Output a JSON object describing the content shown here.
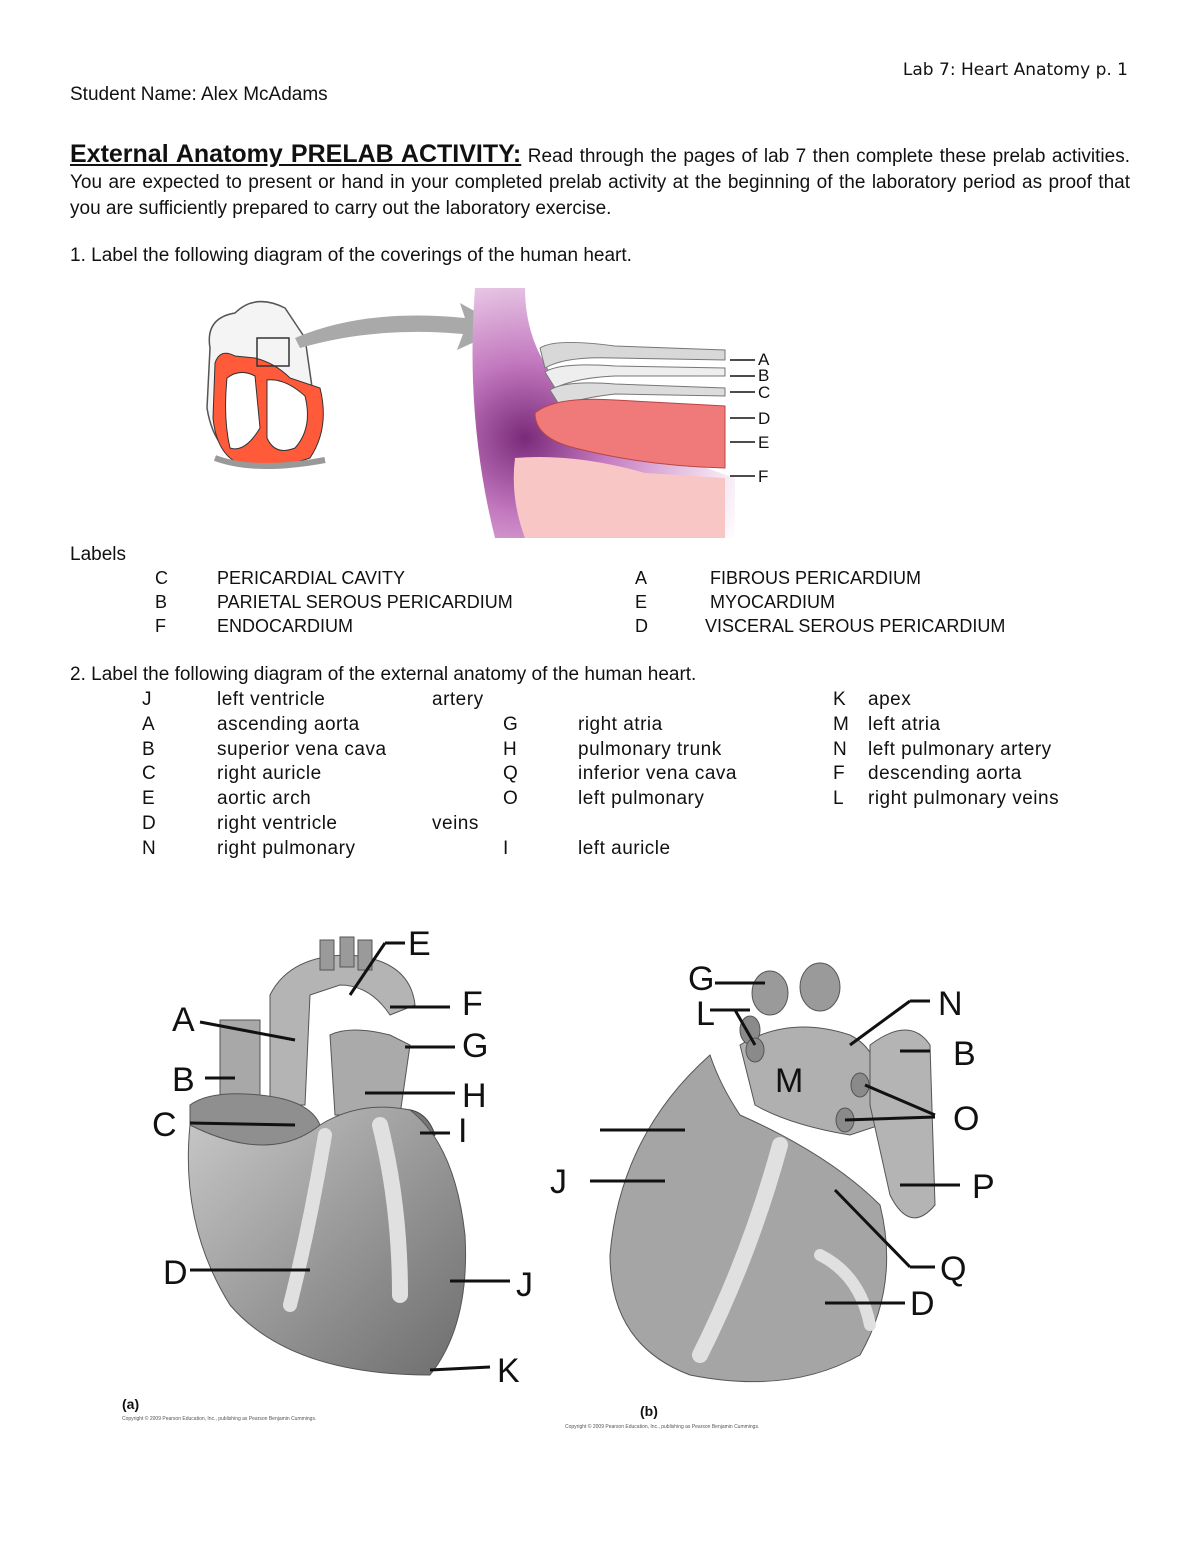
{
  "header": "Lab 7: Heart Anatomy p. 1",
  "student": "Student Name: Alex McAdams",
  "intro": {
    "title": "External Anatomy PRELAB ACTIVITY:",
    "text": " Read through the pages of lab 7 then complete these prelab activities. You are expected to present or hand in your completed prelab activity at the beginning of the laboratory period as proof that you are sufficiently prepared to carry out the laboratory exercise."
  },
  "q1": {
    "prompt": "1. Label the following diagram of the coverings of the human heart.",
    "diagram_letters": [
      "A",
      "B",
      "C",
      "D",
      "E",
      "F"
    ],
    "labels_heading": "Labels",
    "rows": [
      {
        "l1": "C",
        "t1": "PERICARDIAL CAVITY",
        "l2": "A",
        "t2": "FIBROUS PERICARDIUM"
      },
      {
        "l1": "B",
        "t1": "PARIETAL SEROUS PERICARDIUM",
        "l2": "E",
        "t2": "MYOCARDIUM"
      },
      {
        "l1": "F",
        "t1": "ENDOCARDIUM",
        "l2": "D",
        "t2": "VISCERAL SEROUS PERICARDIUM"
      }
    ]
  },
  "q2": {
    "prompt": "2. Label the following diagram of the external anatomy of the human heart.",
    "rows": [
      [
        "J",
        "left ventricle",
        "artery",
        "",
        "",
        "K",
        "apex"
      ],
      [
        "A",
        "ascending aorta",
        "",
        "G",
        "right atria",
        "M",
        "left atria"
      ],
      [
        "B",
        "superior vena cava",
        "",
        "H",
        "pulmonary trunk",
        "N",
        "left pulmonary artery"
      ],
      [
        "C",
        "right auricle",
        "",
        "Q",
        "inferior vena cava",
        "F",
        "descending aorta"
      ],
      [
        "E",
        "aortic arch",
        "",
        "O",
        "left pulmonary",
        "L",
        "right pulmonary veins"
      ],
      [
        "D",
        "right ventricle",
        "veins",
        "",
        "",
        "",
        ""
      ],
      [
        "N",
        "right pulmonary",
        "",
        "I",
        "left auricle",
        "",
        ""
      ]
    ]
  },
  "fig_a": {
    "letters": [
      "E",
      "F",
      "A",
      "G",
      "B",
      "H",
      "C",
      "I",
      "D",
      "J",
      "K"
    ],
    "caption": "(a)",
    "copyright": "Copyright © 2009 Pearson Education, Inc., publishing as Pearson Benjamin Cummings."
  },
  "fig_b": {
    "letters": [
      "G",
      "N",
      "L",
      "B",
      "M",
      "O",
      "J",
      "P",
      "Q",
      "D"
    ],
    "caption": "(b)",
    "copyright": "Copyright © 2009 Pearson Education, Inc., publishing as Pearson Benjamin Cummings."
  },
  "colors": {
    "myocardium": "#ff5a3a",
    "pericardium": "#c47bc0",
    "heart_gray": "#9a9a9a"
  }
}
